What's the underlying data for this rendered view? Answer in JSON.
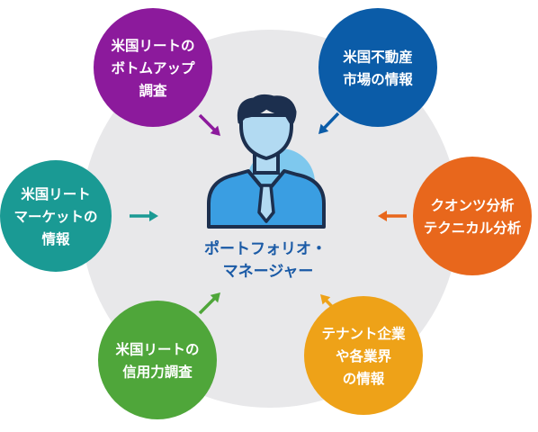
{
  "center": {
    "lines": [
      "ポートフォリオ・",
      "マネージャー"
    ],
    "icon": "portfolio-manager-person-icon"
  },
  "nodes": [
    {
      "id": "bottom-up-research",
      "lines": [
        "米国リートの",
        "ボトムアップ",
        "調査"
      ],
      "color": "#8c1a9c"
    },
    {
      "id": "real-estate-market-info",
      "lines": [
        "米国不動産",
        "市場の情報"
      ],
      "color": "#0b5ca8"
    },
    {
      "id": "quant-technical-analysis",
      "lines": [
        "クオンツ分析",
        "テクニカル分析"
      ],
      "color": "#e8671c"
    },
    {
      "id": "tenant-industry-info",
      "lines": [
        "テナント企業",
        "や各業界",
        "の情報"
      ],
      "color": "#eea218"
    },
    {
      "id": "credit-research",
      "lines": [
        "米国リートの",
        "信用力調査"
      ],
      "color": "#4fa63a"
    },
    {
      "id": "reit-market-info",
      "lines": [
        "米国リート",
        "マーケットの",
        "情報"
      ],
      "color": "#1a9a94"
    }
  ],
  "colors": {
    "background_disc": "#e8e8ea",
    "center_text": "#1a5aa6",
    "person_navy": "#1c2f4e",
    "person_skin": "#b2daf2",
    "person_shirt": "#3a9ee2",
    "highlight_disc": "#7ec8ee"
  }
}
